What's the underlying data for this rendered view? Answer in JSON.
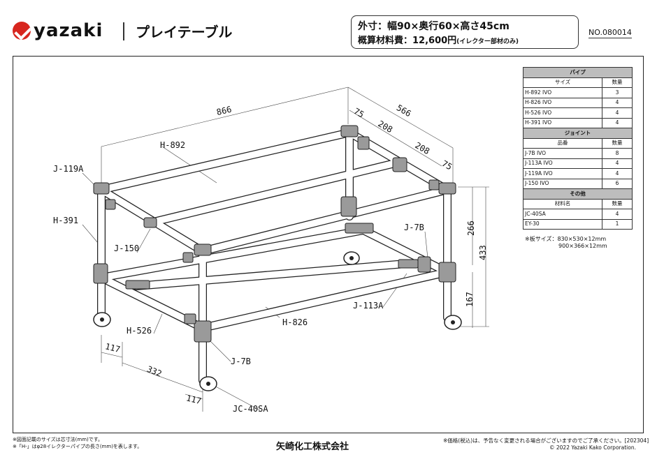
{
  "header": {
    "logo_text": "yazaki",
    "product_name": "プレイテーブル",
    "spec_dimensions": "外寸：幅90×奥行60×高さ45cm",
    "spec_cost": "概算材料費：12,600円",
    "spec_cost_note": "(イレクター部材のみ)",
    "doc_number": "NO.080014"
  },
  "parts_table": {
    "sections": [
      {
        "title": "パイプ",
        "col1": "サイズ",
        "col2": "数量",
        "rows": [
          [
            "H-892 IVO",
            "3"
          ],
          [
            "H-826 IVO",
            "4"
          ],
          [
            "H-526 IVO",
            "4"
          ],
          [
            "H-391 IVO",
            "4"
          ]
        ]
      },
      {
        "title": "ジョイント",
        "col1": "品番",
        "col2": "数量",
        "rows": [
          [
            "J-7B IVO",
            "8"
          ],
          [
            "J-113A IVO",
            "4"
          ],
          [
            "J-119A IVO",
            "4"
          ],
          [
            "J-150 IVO",
            "6"
          ]
        ]
      },
      {
        "title": "その他",
        "col1": "材料名",
        "col2": "数量",
        "rows": [
          [
            "JC-40SA",
            "4"
          ],
          [
            "EY-30",
            "1"
          ]
        ]
      }
    ],
    "board_note_line1": "※板サイズ：830×530×12mm",
    "board_note_line2": "　　　　　　900×366×12mm"
  },
  "drawing": {
    "labels": {
      "h892": "H-892",
      "j119a": "J-119A",
      "h391": "H-391",
      "j150": "J-150",
      "h526": "H-526",
      "j7b_bottom": "J-7B",
      "jc40sa": "JC-40SA",
      "h826": "H-826",
      "j113a": "J-113A",
      "j7b_right": "J-7B"
    },
    "dimensions": {
      "width": "866",
      "depth": "566",
      "d75a": "75",
      "d208a": "208",
      "d208b": "208",
      "d75b": "75",
      "h266": "266",
      "h433": "433",
      "h167": "167",
      "d117a": "117",
      "d332": "332",
      "d117b": "117"
    }
  },
  "footer": {
    "note1": "※図面記載のサイズは芯寸法(mm)です。",
    "note2": "※「H-」はφ28イレクターパイプの長さ(mm)を表します。",
    "company": "矢崎化工株式会社",
    "price_note": "※価格(税込)は、予告なく変更される場合がございますのでご了承ください。[202304]",
    "copyright": "© 2022 Yazaki Kako Corporation."
  }
}
